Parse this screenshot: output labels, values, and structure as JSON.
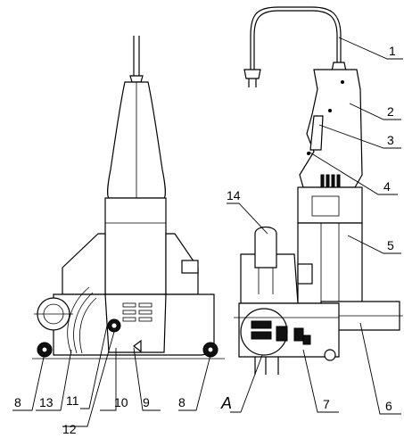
{
  "labels": {
    "l1": "1",
    "l2": "2",
    "l3": "3",
    "l4": "4",
    "l5": "5",
    "l6": "6",
    "l7": "7",
    "l8_left": "8",
    "l8_right": "8",
    "l9": "9",
    "l10": "10",
    "l11": "11",
    "l12": "12",
    "l13": "13",
    "l14": "14",
    "lA": "A"
  }
}
